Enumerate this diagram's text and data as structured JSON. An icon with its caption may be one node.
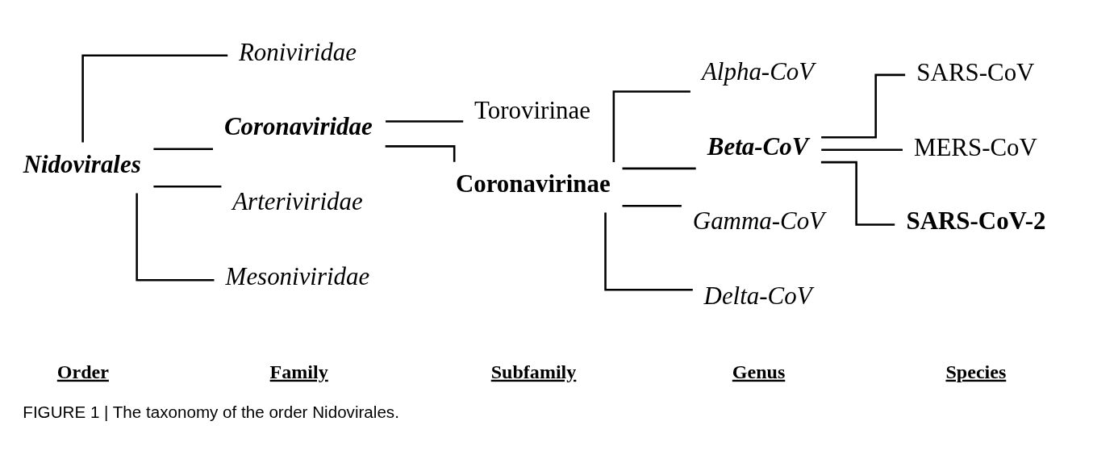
{
  "diagram": {
    "caption": "FIGURE 1 | The taxonomy of the order Nidovirales.",
    "nodes": [
      {
        "text": [
          "Nidovirales"
        ]
      },
      {
        "text": [
          "Roniviridae"
        ]
      },
      {
        "text": [
          "Coronaviridae"
        ]
      },
      {
        "text": [
          "Torovirinae"
        ]
      },
      {
        "text": [
          "Coronavirinae"
        ]
      },
      {
        "text": [
          "Alpha-CoV"
        ]
      },
      {
        "text": [
          "Beta-CoV"
        ]
      },
      {
        "text": [
          "SARS-CoV"
        ]
      },
      {
        "text": [
          "MERS-CoV"
        ]
      },
      {
        "text": [
          "SARS-CoV-2"
        ]
      },
      {
        "text": [
          "Gamma-CoV"
        ]
      },
      {
        "text": [
          "Delta-CoV"
        ]
      },
      {
        "text": [
          "Arteriviridae"
        ]
      },
      {
        "text": [
          "Mesoniviridae"
        ]
      }
    ],
    "edges": [
      {
        "from": 0,
        "to": 1,
        "arrow": "none"
      },
      {
        "from": 0,
        "to": 2,
        "arrow": "none"
      },
      {
        "from": 0,
        "to": 12,
        "arrow": "none"
      },
      {
        "from": 0,
        "to": 13,
        "arrow": "none"
      },
      {
        "from": 2,
        "to": 3,
        "arrow": "none"
      },
      {
        "from": 2,
        "to": 4,
        "arrow": "none"
      },
      {
        "from": 4,
        "to": 5,
        "arrow": "none"
      },
      {
        "from": 4,
        "to": 6,
        "arrow": "none"
      },
      {
        "from": 4,
        "to": 10,
        "arrow": "none"
      },
      {
        "from": 4,
        "to": 11,
        "arrow": "none"
      },
      {
        "from": 6,
        "to": 7,
        "arrow": "none"
      },
      {
        "from": 6,
        "to": 8,
        "arrow": "none"
      },
      {
        "from": 6,
        "to": 9,
        "arrow": "none"
      }
    ],
    "labels": [
      "Order",
      "Family",
      "Subfamily",
      "Genus",
      "Species"
    ]
  }
}
